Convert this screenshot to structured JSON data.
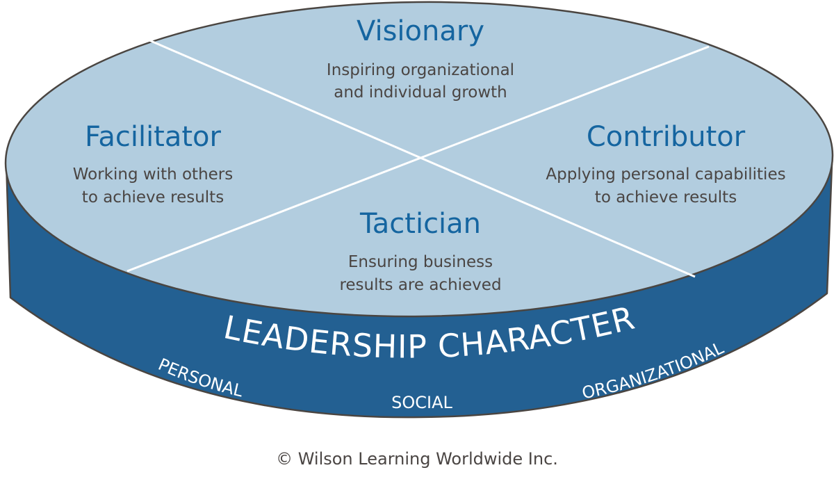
{
  "colors": {
    "top_fill": "#B2CDDF",
    "side_fill": "#236092",
    "outline": "#4A4541",
    "divider": "#FFFFFF",
    "title_text": "#1565A0",
    "body_text": "#4A4543",
    "band_text": "#FFFFFF"
  },
  "quadrants": {
    "visionary": {
      "title": "Visionary",
      "line1": "Inspiring organizational",
      "line2": "and individual growth"
    },
    "facilitator": {
      "title": "Facilitator",
      "line1": "Working with others",
      "line2": "to achieve results"
    },
    "contributor": {
      "title": "Contributor",
      "line1": "Applying personal capabilities",
      "line2": "to achieve results"
    },
    "tactician": {
      "title": "Tactician",
      "line1": "Ensuring business",
      "line2": "results are achieved"
    }
  },
  "band": {
    "main": "LEADERSHIP CHARACTER",
    "labels": [
      "PERSONAL",
      "SOCIAL",
      "ORGANIZATIONAL"
    ]
  },
  "footer": {
    "copyright": "© Wilson Learning Worldwide Inc."
  }
}
